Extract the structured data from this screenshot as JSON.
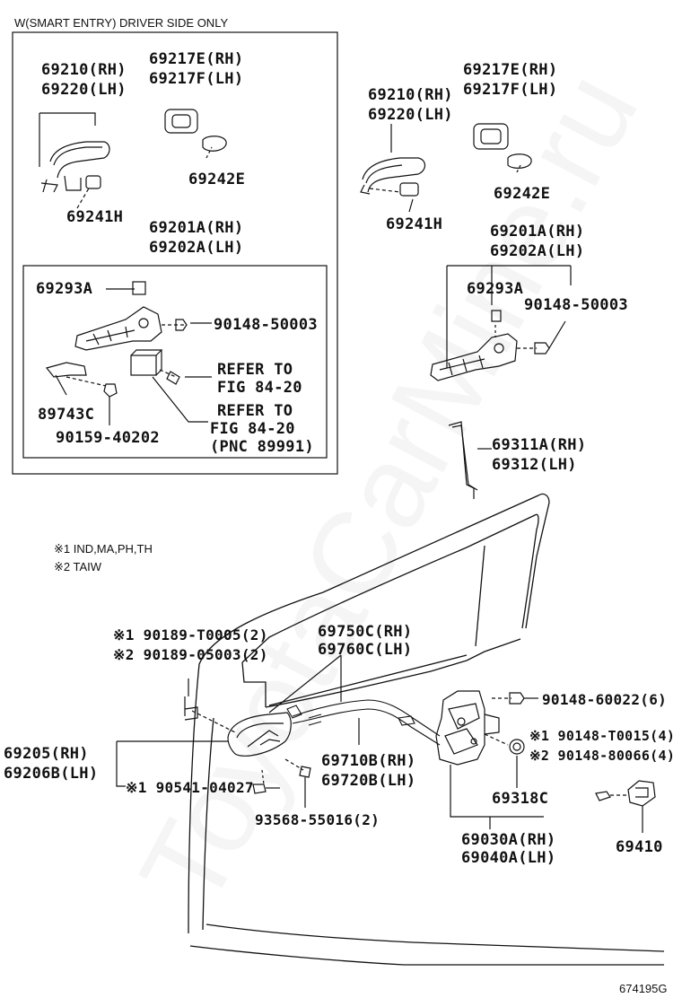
{
  "header": {
    "note": "W(SMART ENTRY) DRIVER SIDE ONLY"
  },
  "inset": {
    "handle_rh": "69210(RH)",
    "handle_lh": "69220(LH)",
    "cover_rh": "69217E(RH)",
    "cover_lh": "69217F(LH)",
    "pad": "69242E",
    "cap": "69241H",
    "frame_rh": "69201A(RH)",
    "frame_lh": "69202A(LH)",
    "clip": "69293A",
    "screw": "90148-50003",
    "refer1_a": "REFER TO",
    "refer1_b": "FIG 84-20",
    "bracket": "89743C",
    "screw2": "90159-40202",
    "refer2_a": "REFER TO",
    "refer2_b": "FIG 84-20",
    "refer2_c": "(PNC 89991)"
  },
  "main": {
    "cover_rh": "69217E(RH)",
    "cover_lh": "69217F(LH)",
    "handle_rh": "69210(RH)",
    "handle_lh": "69220(LH)",
    "pad": "69242E",
    "cap": "69241H",
    "frame_rh": "69201A(RH)",
    "frame_lh": "69202A(LH)",
    "clip": "69293A",
    "screw": "90148-50003",
    "rod_rh": "69311A(RH)",
    "rod_lh": "69312(LH)"
  },
  "notes": {
    "n1": "※1 IND,MA,PH,TH",
    "n2": "※2 TAIW"
  },
  "lower": {
    "screw_a": "※1 90189-T0005(2)",
    "screw_b": "※2 90189-05003(2)",
    "cable_rh": "69750C(RH)",
    "cable_lh": "69760C(LH)",
    "screw_c": "90148-60022(6)",
    "inner_rh": "69205(RH)",
    "inner_lh": "69206B(LH)",
    "cable2_rh": "69710B(RH)",
    "cable2_lh": "69720B(LH)",
    "screw_d": "※1 90148-T0015(4)",
    "screw_e": "※2 90148-80066(4)",
    "screw_f": "※1 90541-04027",
    "cover": "69318C",
    "screw_g": "93568-55016(2)",
    "lock_rh": "69030A(RH)",
    "lock_lh": "69040A(LH)",
    "striker": "69410"
  },
  "footer": {
    "code": "674195G"
  },
  "watermark": "ToyotaCarMine.ru"
}
